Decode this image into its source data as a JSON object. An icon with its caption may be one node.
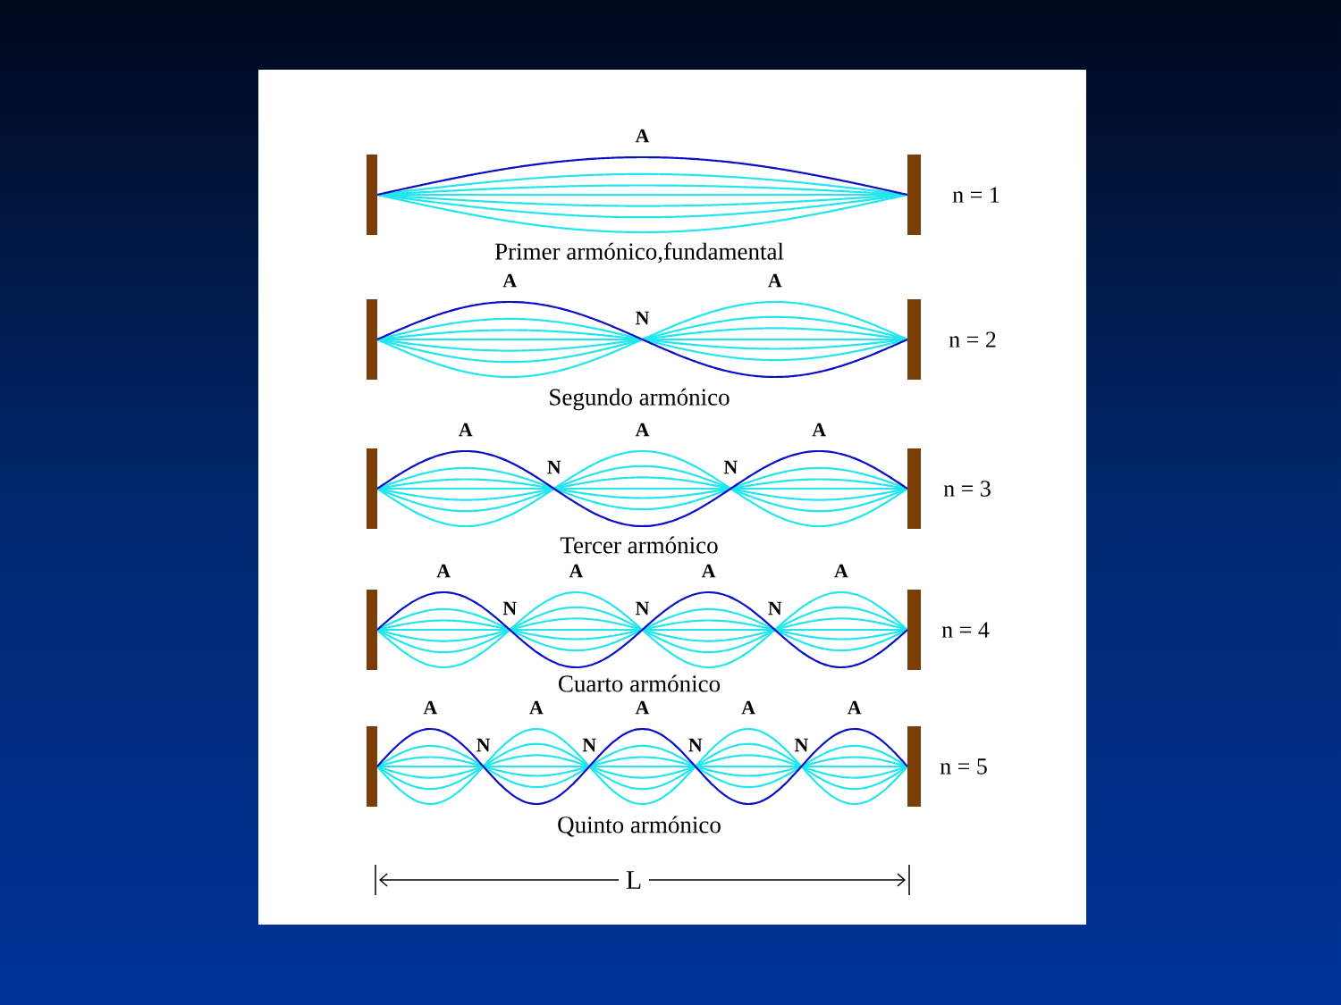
{
  "diagram": {
    "labels": [
      "A",
      "n = 1",
      "Primer armónico,fundamental",
      "A",
      "A",
      "N",
      "n = 2",
      "Segundo armónico",
      "A",
      "A",
      "A",
      "N",
      "N",
      "n = 3",
      "Tercer armónico",
      "A",
      "A",
      "A",
      "A",
      "N",
      "N",
      "N",
      "n = 4",
      "Cuarto armónico",
      "A",
      "A",
      "A",
      "A",
      "A",
      "N",
      "N",
      "N",
      "N",
      "n = 5",
      "Quinto armónico",
      "L"
    ]
  }
}
